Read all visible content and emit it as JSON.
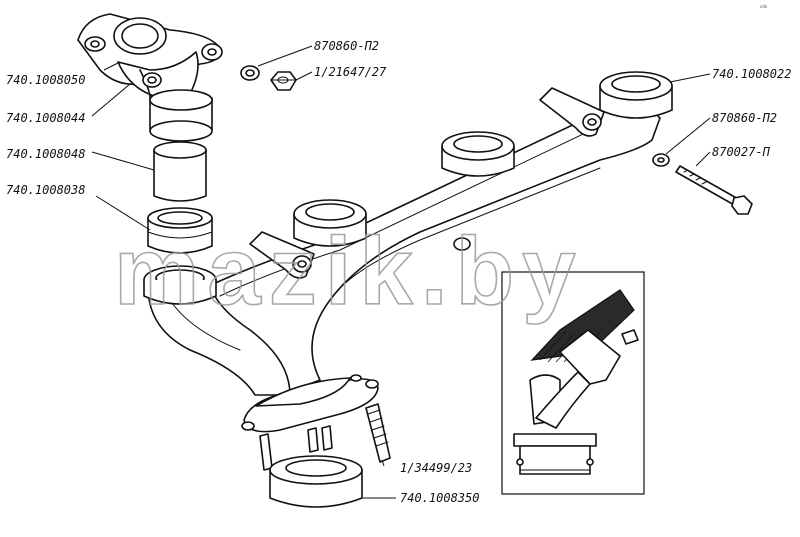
{
  "diagram": {
    "watermark": "mazik.by",
    "corner_mark": "cdn",
    "part_numbers": {
      "top_flange_bracket": "740.1008050",
      "top_elbow": "740.1008044",
      "connector_pipe": "740.1008048",
      "seal_ring": "740.1008038",
      "washer_top": "870860-П2",
      "nut": "1/21647/27",
      "manifold": "740.1008022",
      "washer_right": "870860-П2",
      "bolt": "870027-П",
      "stud": "1/34499/23",
      "gasket_ring": "740.1008350"
    }
  }
}
